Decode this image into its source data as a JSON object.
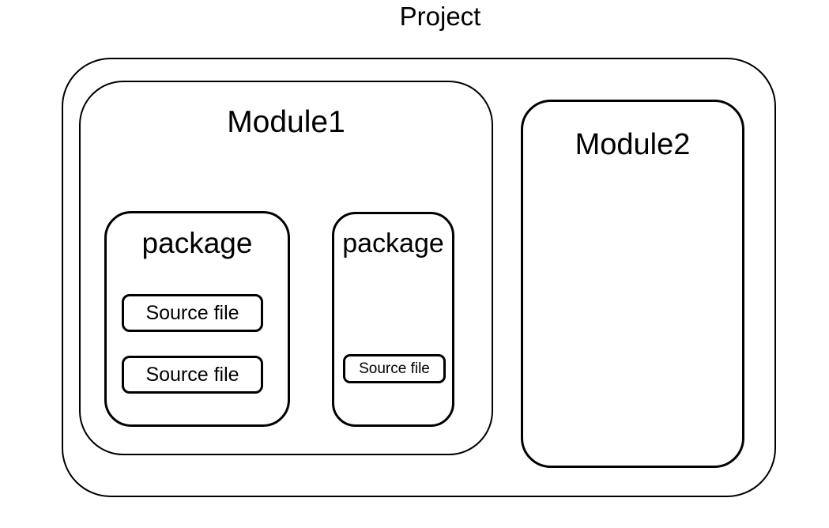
{
  "diagram": {
    "title": "Project",
    "modules": [
      {
        "label": "Module1",
        "packages": [
          {
            "label": "package",
            "source_files": [
              "Source file",
              "Source file"
            ]
          },
          {
            "label": "package",
            "source_files": [
              "Source file"
            ]
          }
        ]
      },
      {
        "label": "Module2",
        "packages": []
      }
    ]
  },
  "colors": {
    "stroke": "#000000",
    "text": "#000000",
    "background": "#ffffff"
  }
}
